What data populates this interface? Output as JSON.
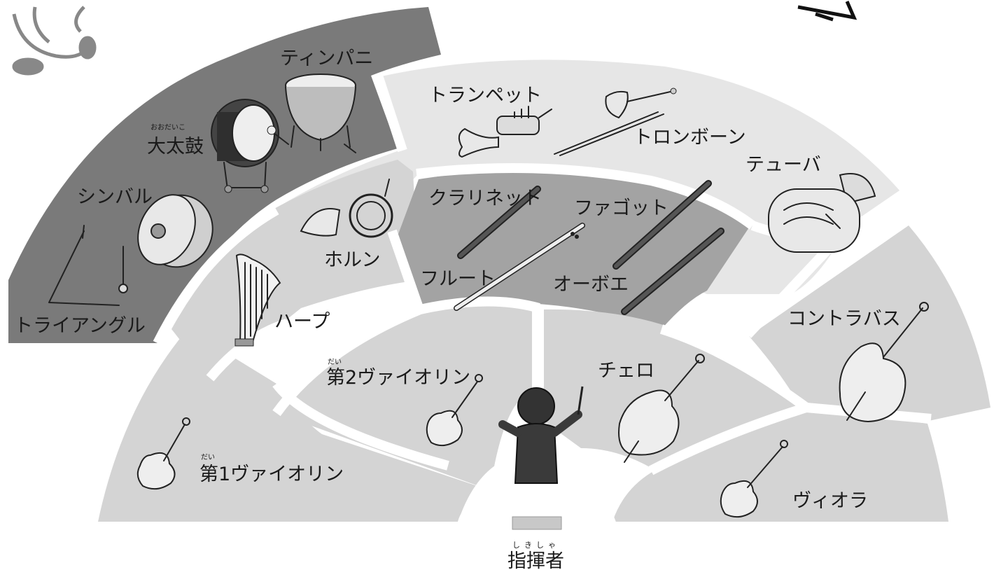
{
  "conductor": {
    "label": "指揮者",
    "ruby": "しきしゃ"
  },
  "sections": {
    "strings_outer": {
      "first_violin": {
        "label": "第1ヴァイオリン",
        "ruby": "だい"
      },
      "viola": {
        "label": "ヴィオラ"
      }
    },
    "strings_inner": {
      "second_violin": {
        "label": "第2ヴァイオリン",
        "ruby": "だい"
      },
      "cello": {
        "label": "チェロ"
      }
    },
    "bass": {
      "label": "コントラバス"
    },
    "harp": {
      "label": "ハープ"
    },
    "percussion": {
      "triangle": {
        "label": "トライアングル"
      },
      "cymbal": {
        "label": "シンバル"
      },
      "bass_drum": {
        "label": "大太鼓",
        "ruby": "おおだいこ"
      },
      "timpani": {
        "label": "ティンパニ"
      }
    },
    "brass": {
      "horn": {
        "label": "ホルン"
      },
      "trumpet": {
        "label": "トランペット"
      },
      "trombone": {
        "label": "トロンボーン"
      },
      "tuba": {
        "label": "テューバ"
      }
    },
    "woodwinds": {
      "clarinet": {
        "label": "クラリネット"
      },
      "bassoon": {
        "label": "ファゴット"
      },
      "flute": {
        "label": "フルート"
      },
      "oboe": {
        "label": "オーボエ"
      }
    }
  },
  "colors": {
    "strings": "#d4d4d4",
    "percussion": "#7a7a7a",
    "brass": "#e6e6e6",
    "woodwinds": "#a3a3a3",
    "separator": "#ffffff"
  }
}
